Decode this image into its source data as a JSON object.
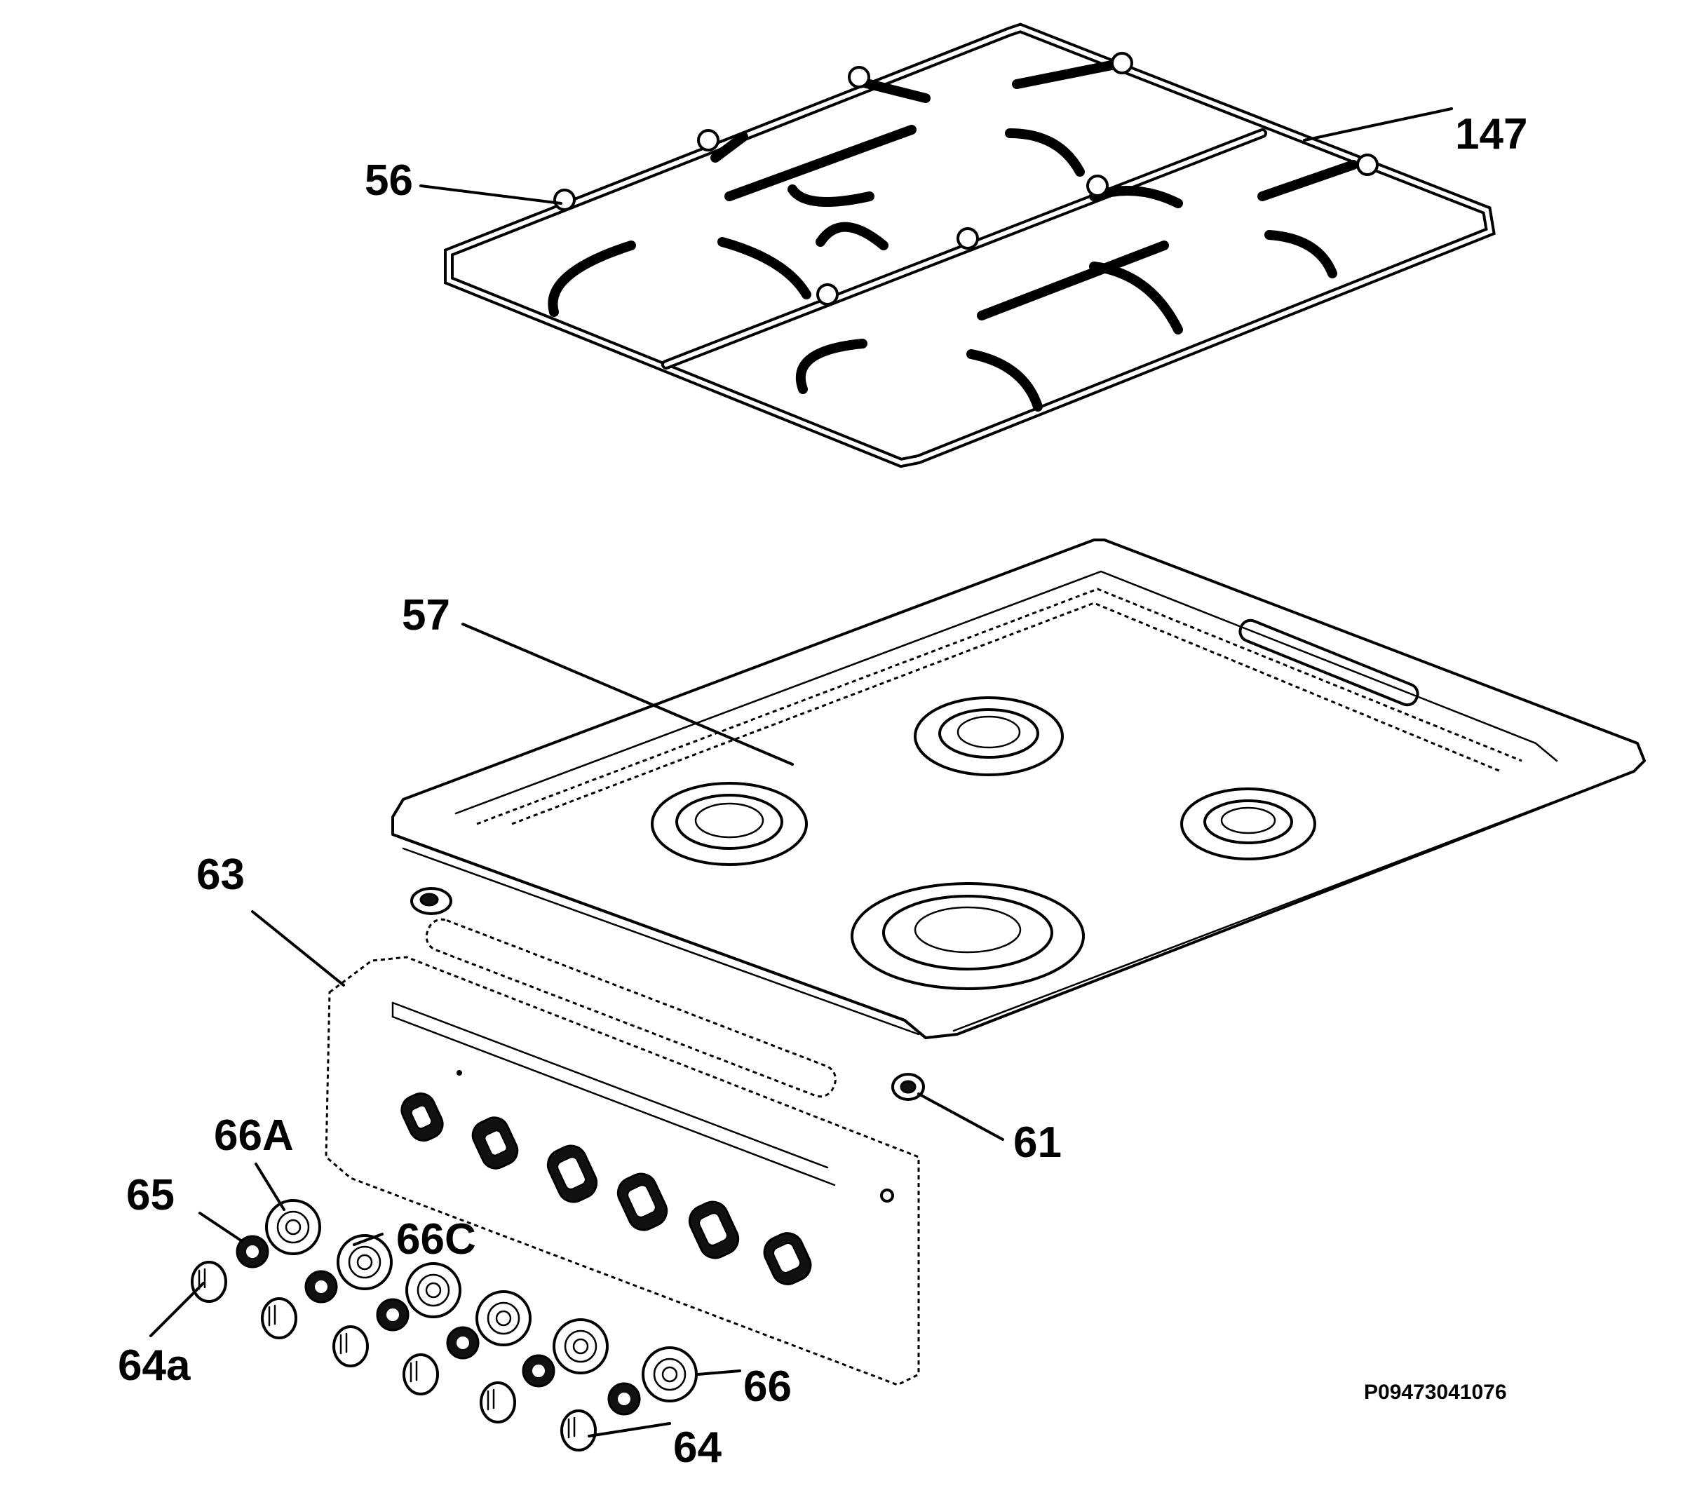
{
  "diagram": {
    "labels": {
      "l56": "56",
      "l147": "147",
      "l57": "57",
      "l63": "63",
      "l61": "61",
      "l66A": "66A",
      "l65": "65",
      "l66C": "66C",
      "l64a": "64a",
      "l66": "66",
      "l64": "64"
    },
    "drawing_code": "P09473041076",
    "colors": {
      "line": "#000000",
      "background": "#ffffff"
    }
  }
}
